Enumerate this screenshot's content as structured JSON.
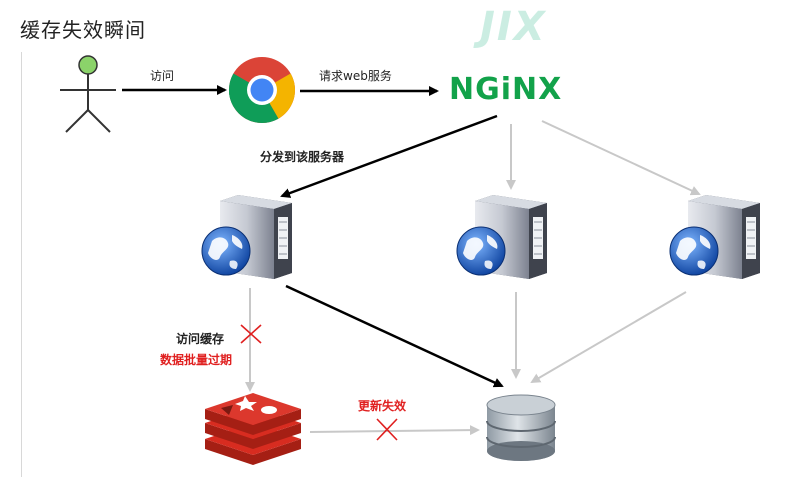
{
  "title": "缓存失效瞬间",
  "watermark": "JIX",
  "nodes": {
    "user": "user-stick-figure",
    "browser": "chrome-browser-icon",
    "proxy": "NGiNX",
    "servers": [
      "server-icon",
      "server-icon",
      "server-icon"
    ],
    "cache": "redis-cache-icon",
    "database": "database-icon"
  },
  "labels": {
    "visit": "访问",
    "request_web": "请求web服务",
    "dispatch": "分发到该服务器",
    "visit_cache": "访问缓存",
    "batch_expire": "数据批量过期",
    "update_fail": "更新失效"
  },
  "colors": {
    "active_arrow": "#000000",
    "inactive_arrow": "#c8c8c8",
    "fail_mark": "#e02020",
    "nginx_green": "#12a24a",
    "redis_red": "#d82c20"
  }
}
